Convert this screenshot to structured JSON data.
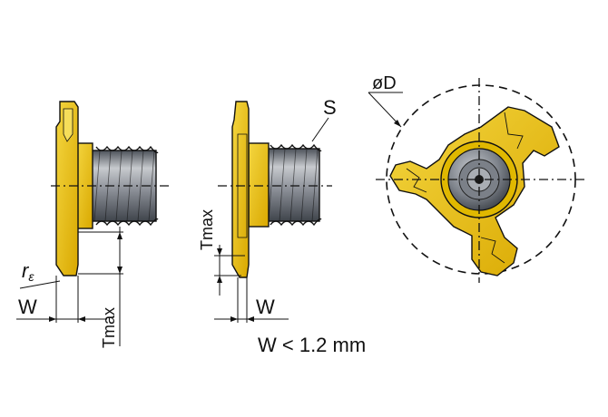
{
  "labels": {
    "r_epsilon": "r",
    "r_epsilon_sub": "ε",
    "w_left": "W",
    "tmax_left": "Tmax",
    "tmax_middle": "Tmax",
    "s_label": "S",
    "w_middle": "W",
    "note": "W < 1.2 mm",
    "diameter": "øD"
  },
  "colors": {
    "insert_yellow": "#e6b400",
    "insert_highlight": "#f3d23a",
    "thread_dark": "#5b6068",
    "thread_light": "#b9bcc2",
    "hub_gray": "#8a8f98",
    "line": "#111111"
  }
}
